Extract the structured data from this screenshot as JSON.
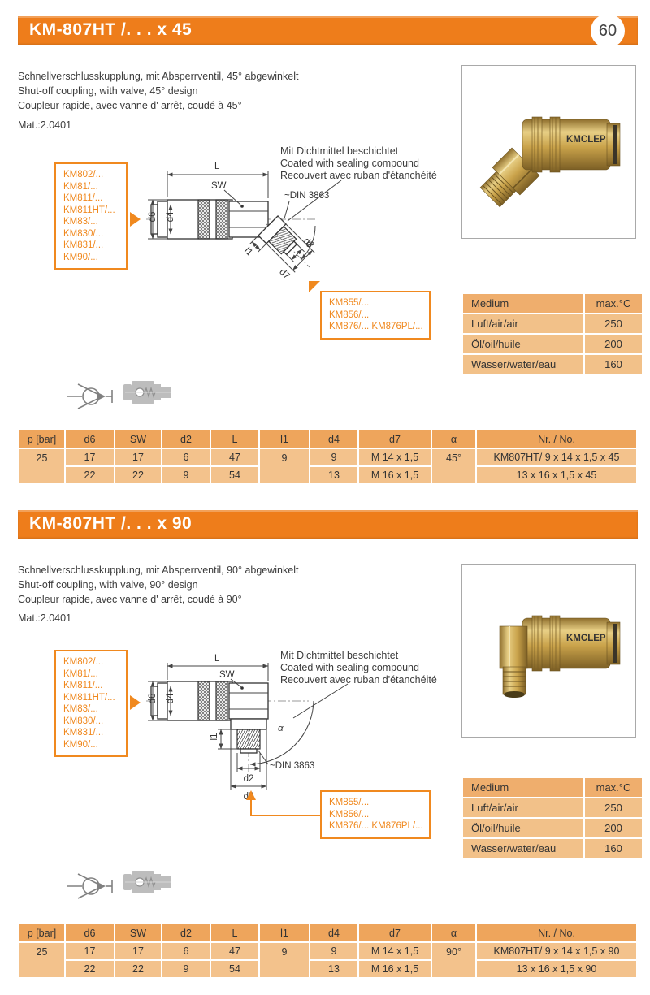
{
  "page_number": "60",
  "colors": {
    "orange": "#ee7d1b",
    "box_orange": "#f0891f",
    "table_header": "#eea55c",
    "table_body": "#f3c28c",
    "medium_header": "#efae6d",
    "medium_body": "#f2c189"
  },
  "shared": {
    "material": "Mat.:2.0401",
    "sealing_note": {
      "de": "Mit Dichtmittel beschichtet",
      "en": "Coated with sealing compound",
      "fr": "Recouvert avec ruban d'étanchéité"
    },
    "din_label": "~DIN 3863",
    "compat_left": [
      "KM802/...",
      "KM81/...",
      "KM811/...",
      "KM811HT/...",
      "KM83/...",
      "KM830/...",
      "KM831/...",
      "KM90/..."
    ],
    "compat_right": [
      "KM855/...",
      "KM856/...",
      "KM876/...  KM876PL/..."
    ],
    "dims": {
      "L": "L",
      "SW": "SW",
      "d6": "d6",
      "d4": "d4",
      "l1": "l1",
      "d2": "d2",
      "d7": "d7",
      "alpha": "α"
    },
    "medium": {
      "col_medium": "Medium",
      "col_max": "max.°C",
      "rows": [
        {
          "name": "Luft/air/air",
          "value": "250"
        },
        {
          "name": "Öl/oil/huile",
          "value": "200"
        },
        {
          "name": "Wasser/water/eau",
          "value": "160"
        }
      ]
    },
    "spec_headers": {
      "p": "p [bar]",
      "d6": "d6",
      "sw": "SW",
      "d2": "d2",
      "l": "L",
      "l1": "l1",
      "d4": "d4",
      "d7": "d7",
      "alpha": "α",
      "nr": "Nr. / No."
    },
    "brand": "KMCLEP"
  },
  "sections": [
    {
      "title": "KM-807HT /. . . x 45",
      "desc_de": "Schnellverschlusskupplung, mit Absperrventil, 45° abgewinkelt",
      "desc_en": "Shut-off coupling, with valve, 45° design",
      "desc_fr": "Coupleur rapide, avec vanne d' arrêt, coudé à 45°",
      "spec": {
        "p": "25",
        "l1": "9",
        "alpha": "45°",
        "row1": {
          "d6": "17",
          "sw": "17",
          "d2": "6",
          "l": "47",
          "d4": "9",
          "d7": "M 14 x 1,5",
          "nr": "KM807HT/ 9 x 14 x 1,5 x 45"
        },
        "row2": {
          "d6": "22",
          "sw": "22",
          "d2": "9",
          "l": "54",
          "d4": "13",
          "d7": "M 16 x 1,5",
          "nr": "13 x 16 x 1,5 x 45"
        }
      }
    },
    {
      "title": "KM-807HT /. . . x 90",
      "desc_de": "Schnellverschlusskupplung, mit Absperrventil, 90° abgewinkelt",
      "desc_en": "Shut-off coupling, with valve, 90° design",
      "desc_fr": "Coupleur rapide, avec vanne d' arrêt, coudé à 90°",
      "spec": {
        "p": "25",
        "l1": "9",
        "alpha": "90°",
        "row1": {
          "d6": "17",
          "sw": "17",
          "d2": "6",
          "l": "47",
          "d4": "9",
          "d7": "M 14 x 1,5",
          "nr": "KM807HT/ 9 x 14 x 1,5 x 90"
        },
        "row2": {
          "d6": "22",
          "sw": "22",
          "d2": "9",
          "l": "54",
          "d4": "13",
          "d7": "M 16 x 1,5",
          "nr": "13 x 16 x 1,5 x 90"
        }
      }
    }
  ]
}
